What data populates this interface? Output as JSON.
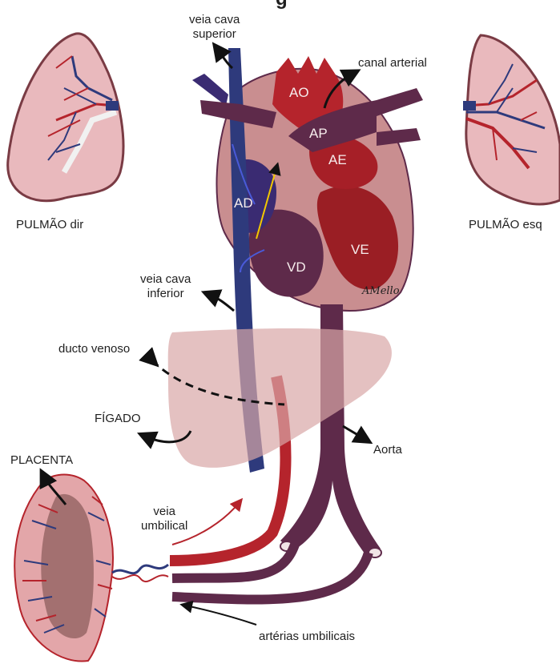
{
  "title_fragment": "g",
  "labels": {
    "superior_vena_cava": [
      "veia cava",
      "superior"
    ],
    "ductus_arteriosus": "canal arterial",
    "right_lung": "PULMÃO dir",
    "left_lung": "PULMÃO esq",
    "inferior_vena_cava": [
      "veia cava",
      "inferior"
    ],
    "ductus_venosus": "ducto venoso",
    "liver": "FÍGADO",
    "aorta": "Aorta",
    "placenta": "PLACENTA",
    "umbilical_vein": [
      "veia",
      "umbilical"
    ],
    "umbilical_arteries": "artérias umbilicais",
    "signature": "AMello"
  },
  "heart_labels": {
    "ao": "AO",
    "ap": "AP",
    "ae": "AE",
    "ad": "AD",
    "ve": "VE",
    "vd": "VD"
  },
  "colors": {
    "venous_blue": "#2e3a7c",
    "arterial_red": "#b5242c",
    "mixed_purple": "#5e2a4a",
    "heart_wall": "#c98e90",
    "liver_pink": "#d8a6a6",
    "lung_pink": "#e9b9bd"
  }
}
